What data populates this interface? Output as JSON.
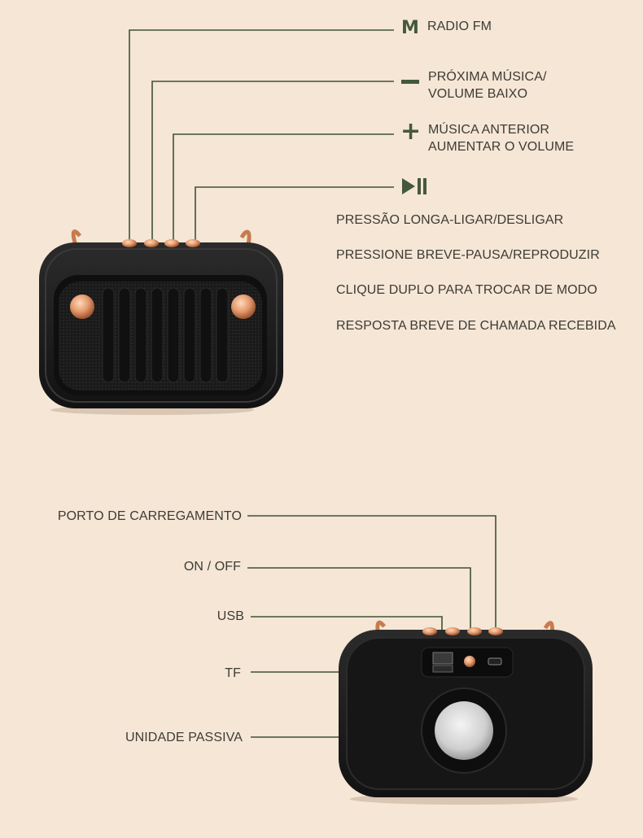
{
  "colors": {
    "background": "#f5e6d6",
    "leader_line": "#3f5233",
    "symbol": "#45593a",
    "text": "#3c3c34",
    "speaker_body": "#1c1c1c",
    "copper_accent": "#d88a5a"
  },
  "top": {
    "controls": [
      {
        "icon": "m-letter-icon",
        "symbol": "M",
        "lines": [
          "RADIO FM"
        ]
      },
      {
        "icon": "minus-icon",
        "symbol": "",
        "lines": [
          "PRÓXIMA MÚSICA/",
          "VOLUME BAIXO"
        ]
      },
      {
        "icon": "plus-icon",
        "symbol": "+",
        "lines": [
          "MÚSICA ANTERIOR",
          "AUMENTAR O VOLUME"
        ]
      },
      {
        "icon": "play-pause-icon",
        "symbol": "",
        "lines": []
      }
    ],
    "play_pause_functions": [
      "PRESSÃO LONGA-LIGAR/DESLIGAR",
      "PRESSIONE BREVE-PAUSA/REPRODUZIR",
      "CLIQUE DUPLO PARA TROCAR DE MODO",
      "RESPOSTA BREVE DE CHAMADA RECEBIDA"
    ]
  },
  "bottom": {
    "callouts": [
      "PORTO DE CARREGAMENTO",
      "ON / OFF",
      "USB",
      "TF",
      "UNIDADE PASSIVA"
    ]
  }
}
